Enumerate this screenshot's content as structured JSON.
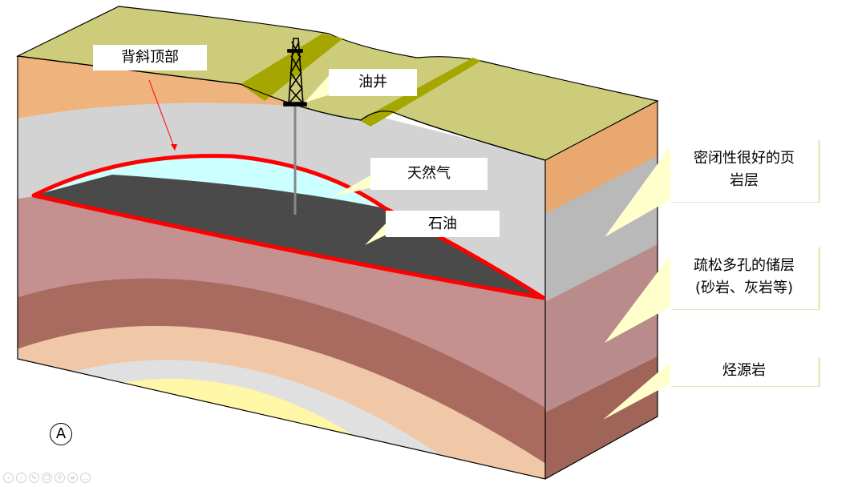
{
  "labels": {
    "anticline_top": "背斜顶部",
    "oil_well": "油井",
    "natural_gas": "天然气",
    "oil": "石油",
    "seal_line1": "密闭性很好的页",
    "seal_line2": "岩层",
    "reservoir_line1": "疏松多孔的储层",
    "reservoir_line2": "(砂岩、灰岩等)",
    "source_rock": "烃源岩"
  },
  "marker": "A",
  "colors": {
    "surface": "#cccc7a",
    "surface_stripe": "#a6a600",
    "upper_layer": "#efb37e",
    "seal_layer": "#d3d3d3",
    "reservoir_layer": "#c49190",
    "source_layer": "#a96b5f",
    "sand_band": "#f0c8a8",
    "core_gray": "#e0e0e0",
    "core_yellow": "#fff6a8",
    "gas": "#ccffff",
    "oil": "#4a4a4a",
    "trap_outline": "#ff0000",
    "callout": "#ffffcc"
  },
  "icons": {
    "derrick": "oil-derrick-icon",
    "nav": [
      "prev-icon",
      "next-icon",
      "pen-icon",
      "copy-icon",
      "zoom-icon",
      "menu-icon",
      "more-icon"
    ]
  }
}
